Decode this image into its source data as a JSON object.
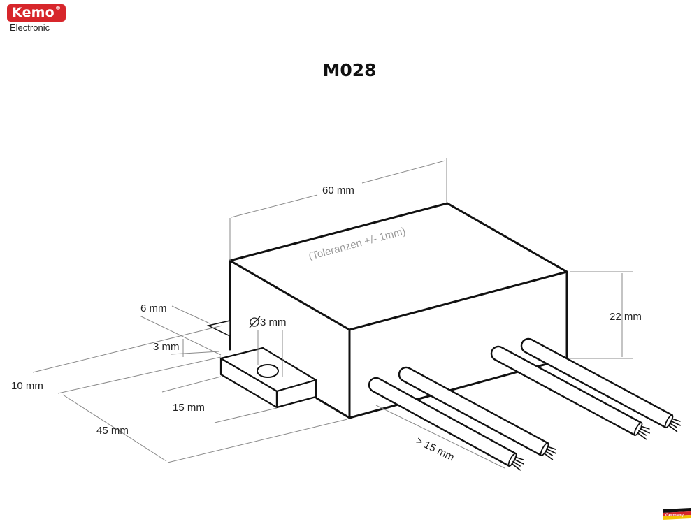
{
  "logo": {
    "brand": "Kemo",
    "registered": "®",
    "subtitle": "Electronic"
  },
  "title": "M028",
  "dimensions": {
    "length": "60 mm",
    "tolerance": "(Toleranzen +/- 1mm)",
    "height": "22 mm",
    "tab_width": "6 mm",
    "hole_diameter": "3 mm",
    "tab_thickness": "3 mm",
    "tab_length": "10 mm",
    "tab_offset": "15 mm",
    "depth": "45 mm",
    "wire_length": "> 15 mm"
  },
  "origin_badge": "Germany",
  "colors": {
    "brand_red": "#d7262b",
    "outline": "#111111",
    "dimension": "#8a8a8a"
  }
}
